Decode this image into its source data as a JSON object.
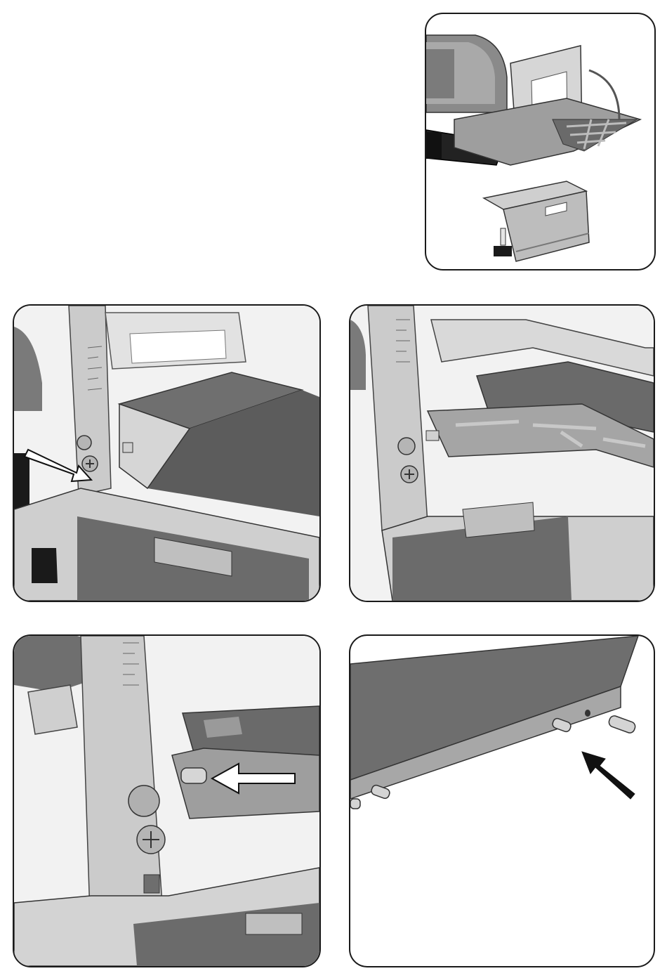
{
  "page": {
    "figures": [
      {
        "id": "fig-overview",
        "icon": "tool-overview-illustration"
      },
      {
        "id": "fig-step-1",
        "icon": "bracket-screw-arrow-illustration"
      },
      {
        "id": "fig-step-2",
        "icon": "plate-mounted-illustration"
      },
      {
        "id": "fig-step-3",
        "icon": "pin-insert-arrow-illustration"
      },
      {
        "id": "fig-step-4",
        "icon": "extension-board-pins-illustration"
      }
    ],
    "colors": {
      "frame": "#1a1a1a",
      "metal_light": "#c9c9c9",
      "metal_mid": "#a8a8a8",
      "plate_dark": "#6e6e6e",
      "arrow_white": "#ffffff",
      "arrow_black": "#111111"
    }
  }
}
